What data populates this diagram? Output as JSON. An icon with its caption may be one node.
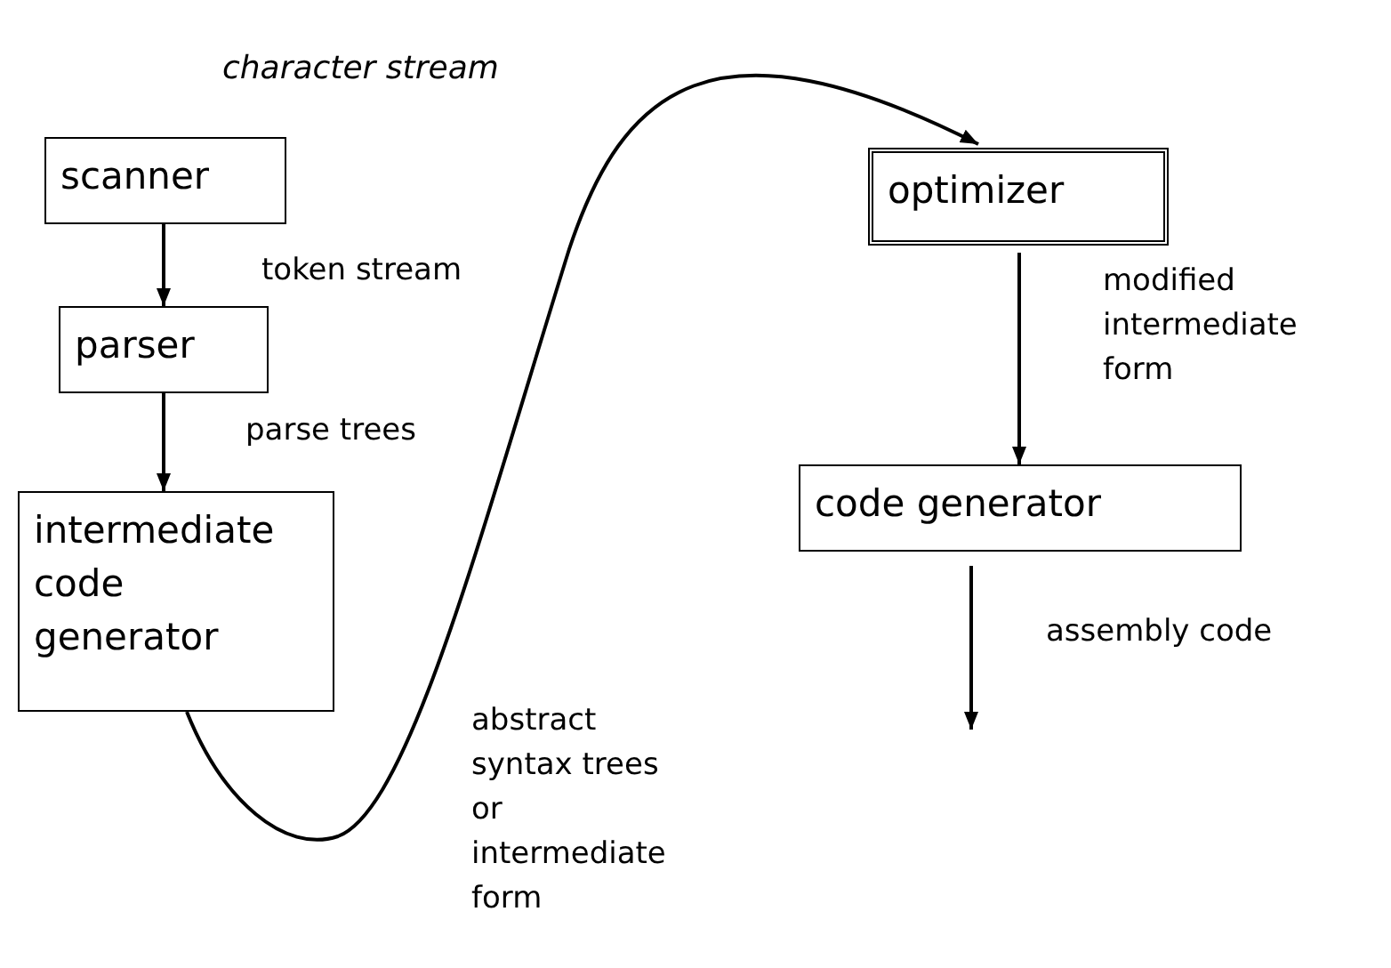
{
  "diagram": {
    "nodes": [
      {
        "text": [
          "scanner"
        ]
      },
      {
        "text": [
          "parser"
        ]
      },
      {
        "text": [
          "intermediate code generator"
        ]
      },
      {
        "text": [
          "optimizer"
        ]
      },
      {
        "text": [
          "code generator"
        ]
      }
    ],
    "edges": [
      {
        "from": 0,
        "to": 1,
        "arrow": "to",
        "label": "token stream"
      },
      {
        "from": 1,
        "to": 2,
        "arrow": "to",
        "label": "parse trees"
      },
      {
        "from": 2,
        "to": 3,
        "arrow": "to",
        "label": "abstract syntax trees or intermediate form"
      },
      {
        "from": 3,
        "to": 4,
        "arrow": "to",
        "label": "modified intermediate form"
      },
      {
        "from": 4,
        "to": null,
        "arrow": "to",
        "label": "assembly code"
      }
    ],
    "labels": [
      "character stream"
    ]
  }
}
